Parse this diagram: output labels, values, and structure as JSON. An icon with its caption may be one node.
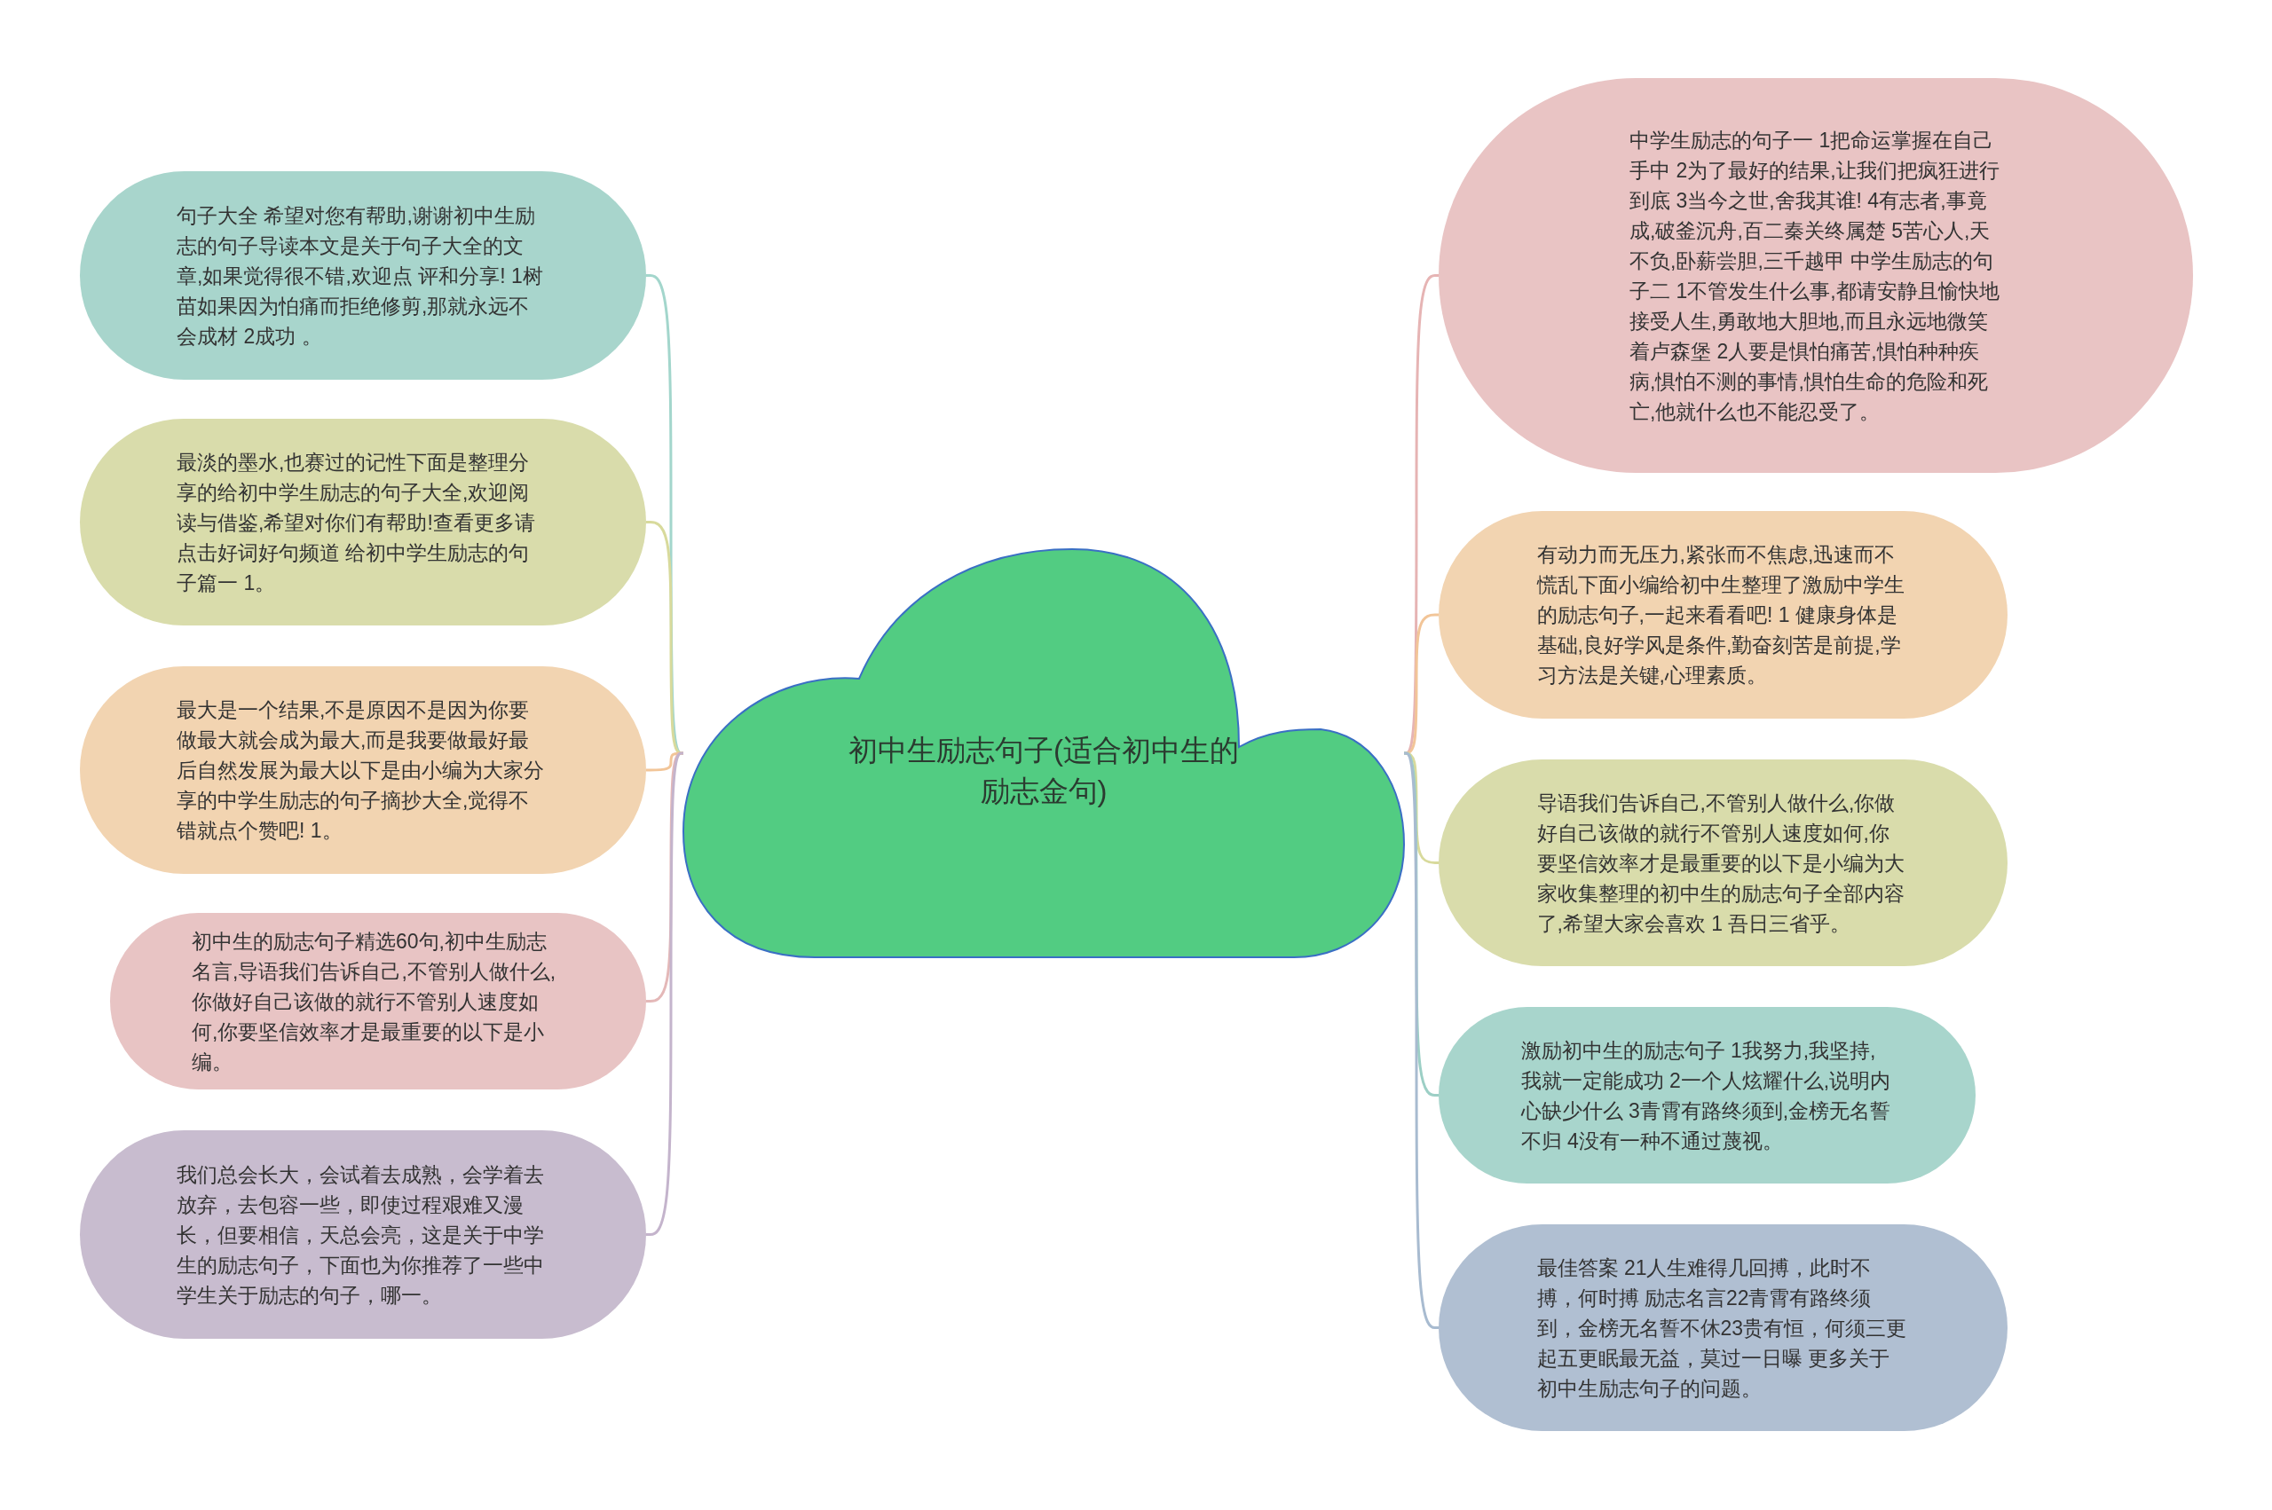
{
  "diagram": {
    "nodes": [
      {
        "text": [
          "初中生励志句子(适合初中生的励志金句)"
        ]
      },
      {
        "text": [
          "句子大全 希望对您有帮助,谢谢初中生励志的句子导读本文是关于句子大全的文章,如果觉得很不错,欢迎点 评和分享! 1树苗如果因为怕痛而拒绝修剪,那就永远不会成材 2成功 。"
        ]
      },
      {
        "text": [
          "最淡的墨水,也赛过的记性下面是整理分享的给初中学生励志的句子大全,欢迎阅读与借鉴,希望对你们有帮助!查看更多请点击好词好句频道 给初中学生励志的句子篇一 1。"
        ]
      },
      {
        "text": [
          "最大是一个结果,不是原因不是因为你要做最大就会成为最大,而是我要做最好最后自然发展为最大以下是由小编为大家分享的中学生励志的句子摘抄大全,觉得不错就点个赞吧! 1。"
        ]
      },
      {
        "text": [
          "初中生的励志句子精选60句,初中生励志名言,导语我们告诉自己,不管别人做什么,你做好自己该做的就行不管别人速度如何,你要坚信效率才是最重要的以下是小编。"
        ]
      },
      {
        "text": [
          "我们总会长大，会试着去成熟，会学着去放弃，去包容一些，即使过程艰难又漫长，但要相信，天总会亮，这是关于中学生的励志句子，下面也为你推荐了一些中学生关于励志的句子，哪一。"
        ]
      },
      {
        "text": [
          "中学生励志的句子一 1把命运掌握在自己手中 2为了最好的结果,让我们把疯狂进行到底 3当今之世,舍我其谁! 4有志者,事竟成,破釜沉舟,百二秦关终属楚 5苦心人,天不负,卧薪尝胆,三千越甲 中学生励志的句子二 1不管发生什么事,都请安静且愉快地接受人生,勇敢地大胆地,而且永远地微笑着卢森堡 2人要是惧怕痛苦,惧怕种种疾病,惧怕不测的事情,惧怕生命的危险和死亡,他就什么也不能忍受了。"
        ]
      },
      {
        "text": [
          "有动力而无压力,紧张而不焦虑,迅速而不慌乱下面小编给初中生整理了激励中学生的励志句子,一起来看看吧! 1 健康身体是基础,良好学风是条件,勤奋刻苦是前提,学习方法是关键,心理素质。"
        ]
      },
      {
        "text": [
          "导语我们告诉自己,不管别人做什么,你做好自己该做的就行不管别人速度如何,你要坚信效率才是最重要的以下是小编为大家收集整理的初中生的励志句子全部内容了,希望大家会喜欢 1 吾日三省乎。"
        ]
      },
      {
        "text": [
          "激励初中生的励志句子 1我努力,我坚持,我就一定能成功 2一个人炫耀什么,说明内心缺少什么 3青霄有路终须到,金榜无名誓不归 4没有一种不通过蔑视。"
        ]
      },
      {
        "text": [
          "最佳答案 21人生难得几回搏，此时不搏，何时搏 励志名言22青霄有路终须到，金榜无名誓不休23贵有恒，何须三更起五更眠最无益，莫过一日曝 更多关于初中生励志句子的问题。"
        ]
      }
    ],
    "edges": [
      {
        "from": 0,
        "to": 1,
        "arrow": "none",
        "color": "#a3d6cc"
      },
      {
        "from": 0,
        "to": 2,
        "arrow": "none",
        "color": "#d8da9c"
      },
      {
        "from": 0,
        "to": 3,
        "arrow": "none",
        "color": "#f2c598"
      },
      {
        "from": 0,
        "to": 4,
        "arrow": "none",
        "color": "#e4b8b8"
      },
      {
        "from": 0,
        "to": 5,
        "arrow": "none",
        "color": "#c4b4cc"
      },
      {
        "from": 0,
        "to": 6,
        "arrow": "none",
        "color": "#e6b4b4"
      },
      {
        "from": 0,
        "to": 7,
        "arrow": "none",
        "color": "#f2c598"
      },
      {
        "from": 0,
        "to": 8,
        "arrow": "none",
        "color": "#d8da9c"
      },
      {
        "from": 0,
        "to": 9,
        "arrow": "none",
        "color": "#9ccfc5"
      },
      {
        "from": 0,
        "to": 10,
        "arrow": "none",
        "color": "#a8bbd0"
      }
    ]
  }
}
